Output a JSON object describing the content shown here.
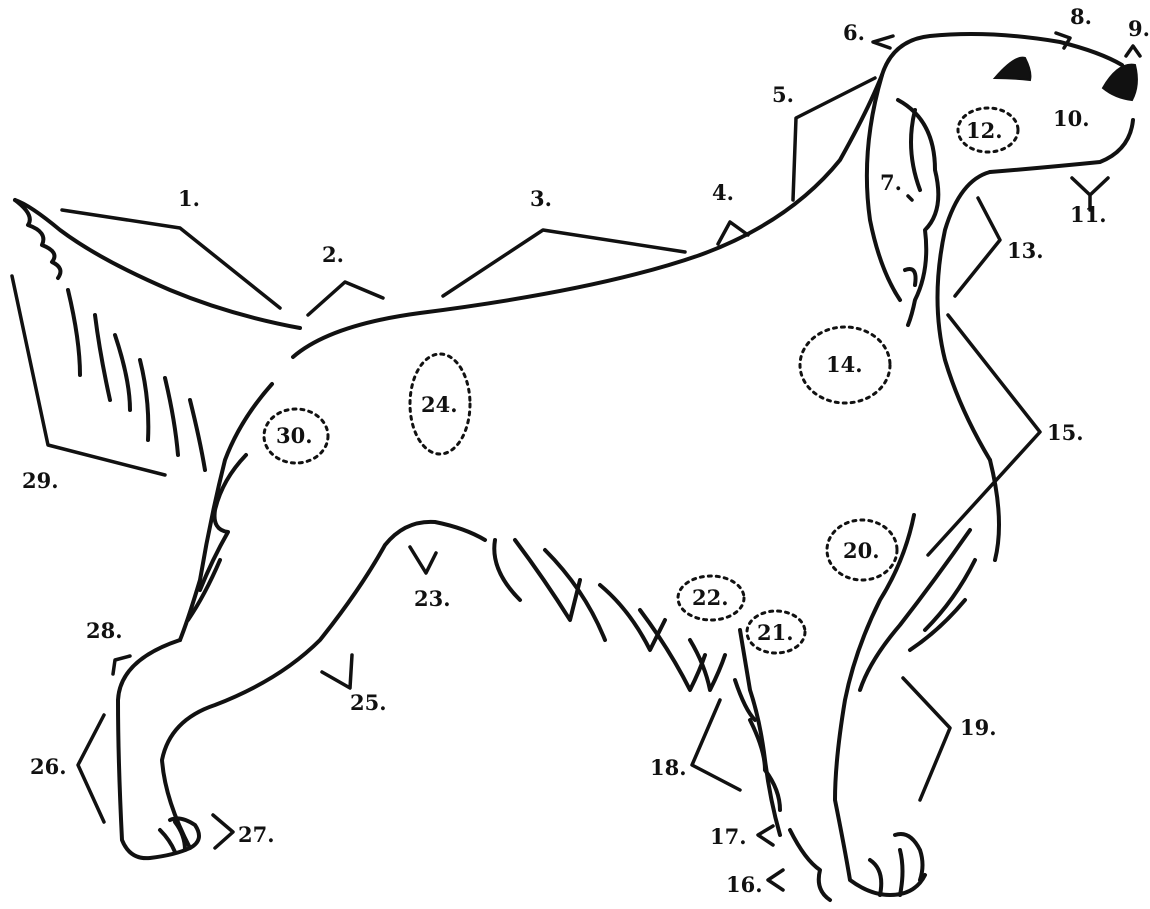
{
  "labels": {
    "l1": "1.",
    "l2": "2.",
    "l3": "3.",
    "l4": "4.",
    "l5": "5.",
    "l6": "6.",
    "l7": "7.",
    "l8": "8.",
    "l9": "9.",
    "l10": "10.",
    "l11": "11.",
    "l12": "12.",
    "l13": "13.",
    "l14": "14.",
    "l15": "15.",
    "l16": "16.",
    "l17": "17.",
    "l18": "18.",
    "l19": "19.",
    "l20": "20.",
    "l21": "21.",
    "l22": "22.",
    "l23": "23.",
    "l24": "24.",
    "l25": "25.",
    "l26": "26.",
    "l27": "27.",
    "l28": "28.",
    "l29": "29.",
    "l30": "30."
  },
  "colors": {
    "line": "#111111",
    "background": "#ffffff"
  }
}
